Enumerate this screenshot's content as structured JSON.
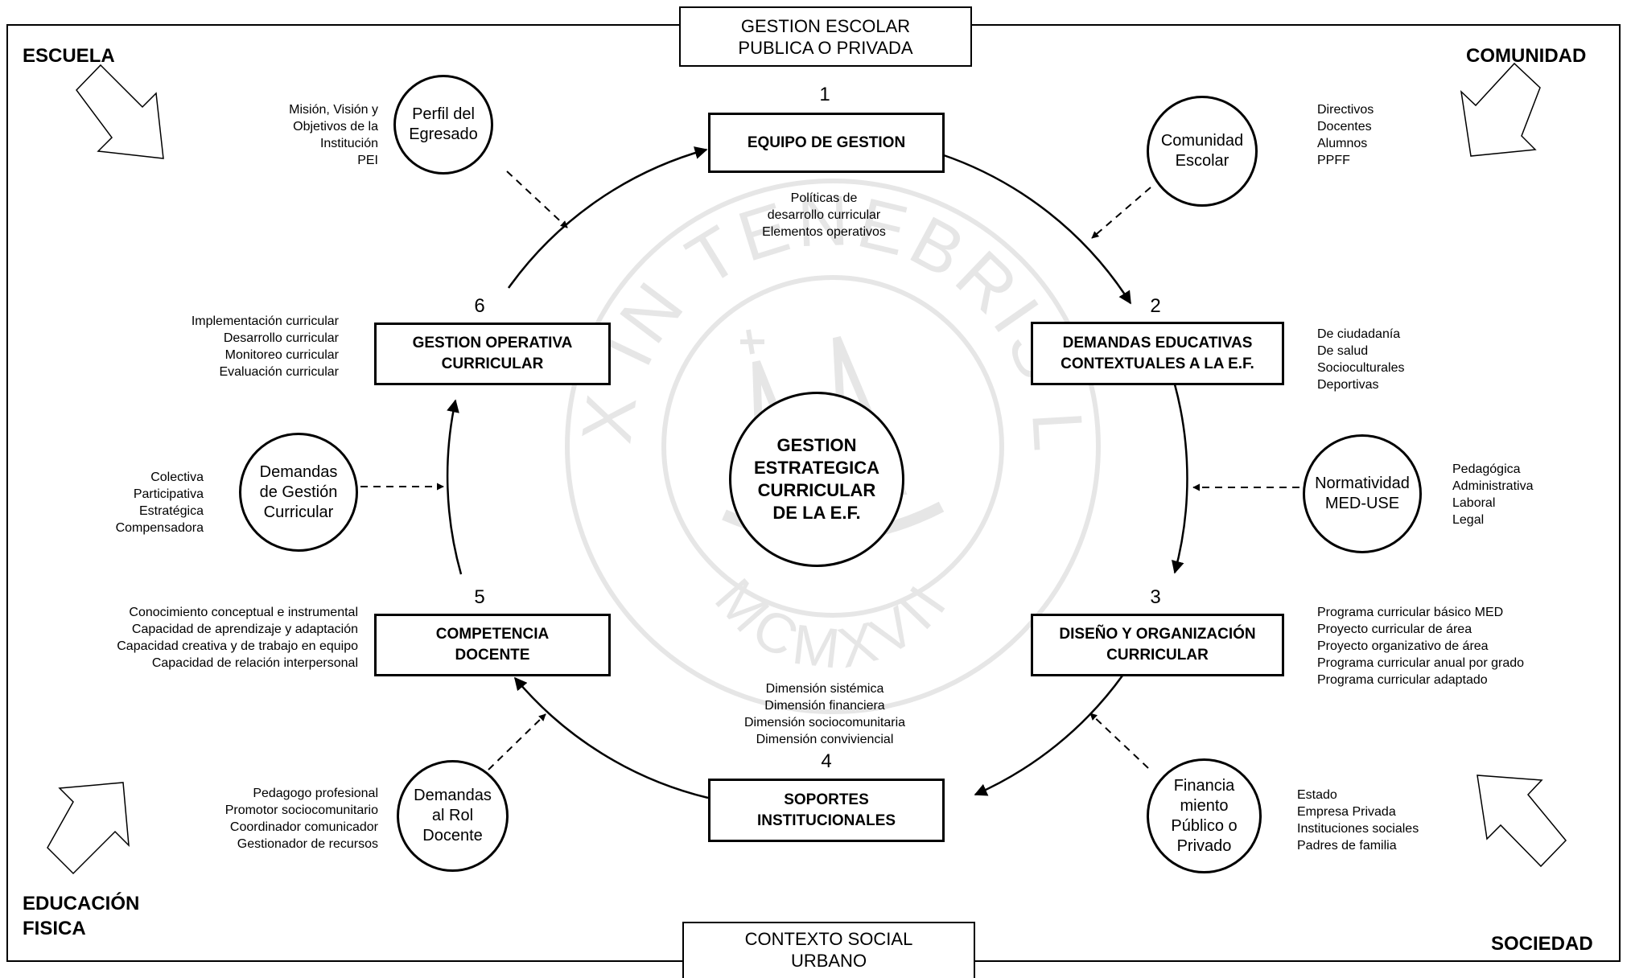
{
  "header": {
    "lines": [
      "GESTION  ESCOLAR",
      "PUBLICA O PRIVADA"
    ]
  },
  "footer": {
    "lines": [
      "CONTEXTO SOCIAL",
      "URBANO"
    ]
  },
  "corners": {
    "top_left": [
      "ESCUELA"
    ],
    "top_right": [
      "COMUNIDAD"
    ],
    "bottom_left": [
      "EDUCACIÓN",
      "FISICA"
    ],
    "bottom_right": [
      "SOCIEDAD"
    ]
  },
  "center": {
    "lines": [
      "GESTION",
      "ESTRATEGICA",
      "CURRICULAR",
      "DE  LA  E.F."
    ]
  },
  "stages": [
    {
      "number": "1",
      "lines": [
        "EQUIPO DE GESTION"
      ]
    },
    {
      "number": "2",
      "lines": [
        "DEMANDAS EDUCATIVAS",
        "CONTEXTUALES A LA E.F."
      ]
    },
    {
      "number": "3",
      "lines": [
        "DISEÑO Y ORGANIZACIÓN",
        "CURRICULAR"
      ]
    },
    {
      "number": "4",
      "lines": [
        "SOPORTES",
        "INSTITUCIONALES"
      ]
    },
    {
      "number": "5",
      "lines": [
        "COMPETENCIA",
        "DOCENTE"
      ]
    },
    {
      "number": "6",
      "lines": [
        "GESTION OPERATIVA",
        "CURRICULAR"
      ]
    }
  ],
  "circles": {
    "perfil": [
      "Perfil del",
      "Egresado"
    ],
    "comunidad": [
      "Comunidad",
      "Escolar"
    ],
    "normatividad": [
      "Normatividad",
      "MED-USE"
    ],
    "financiamiento": [
      "Financia",
      "miento",
      "Público o",
      "Privado"
    ],
    "rol_docente": [
      "Demandas",
      "al Rol",
      "Docente"
    ],
    "gestion_curricular": [
      "Demandas",
      "de Gestión",
      "Curricular"
    ]
  },
  "notes": {
    "perfil": [
      "Misión, Visión   y",
      "Objetivos de la",
      "Institución",
      "PEI"
    ],
    "comunidad": [
      "Directivos",
      "Docentes",
      "Alumnos",
      "PPFF"
    ],
    "politicas": [
      "Políticas  de",
      "desarrollo curricular",
      "Elementos operativos"
    ],
    "demandas_contextuales": [
      "De ciudadanía",
      "De salud",
      "Socioculturales",
      "Deportivas"
    ],
    "normatividad": [
      "Pedagógica",
      "Administrativa",
      "Laboral",
      "Legal"
    ],
    "diseno": [
      "Programa curricular básico MED",
      "Proyecto curricular de área",
      "Proyecto organizativo de área",
      "Programa curricular anual por grado",
      "Programa curricular adaptado"
    ],
    "financiamiento": [
      "Estado",
      "Empresa Privada",
      "Instituciones sociales",
      "Padres de familia"
    ],
    "dimensiones": [
      "Dimensión sistémica",
      "Dimensión financiera",
      "Dimensión sociocomunitaria",
      "Dimensión conviviencial"
    ],
    "rol_docente": [
      "Pedagogo profesional",
      "Promotor sociocomunitario",
      "Coordinador comunicador",
      "Gestionador de recursos"
    ],
    "competencia": [
      "Conocimiento conceptual e instrumental",
      "Capacidad de aprendizaje y adaptación",
      "Capacidad creativa y de trabajo en equipo",
      "Capacidad de relación interpersonal"
    ],
    "gestion_curricular": [
      "Colectiva",
      "Participativa",
      "Estratégica",
      "Compensadora"
    ],
    "operativa": [
      "Implementación curricular",
      "Desarrollo curricular",
      "Monitoreo curricular",
      "Evaluación curricular"
    ]
  },
  "watermark": {
    "motto": "ET LUX IN TENEBRIS LUCET",
    "year": "MCMXVII",
    "color": "#e6e6e6"
  },
  "colors": {
    "line": "#000000",
    "background": "#ffffff",
    "watermark": "#e6e6e6"
  }
}
